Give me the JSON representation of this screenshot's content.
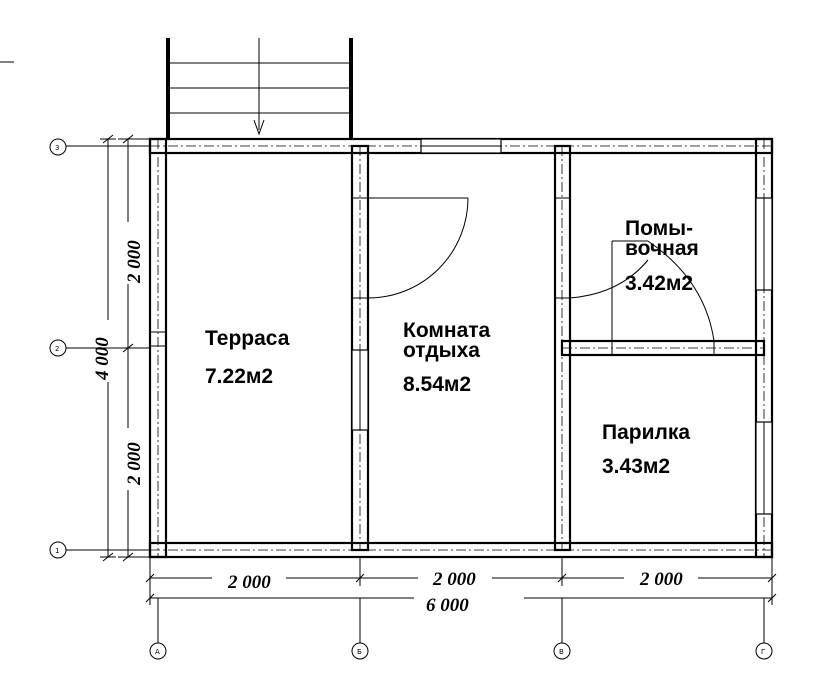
{
  "rooms": [
    {
      "name_lines": [
        "Терраса"
      ],
      "area": "7.22м2"
    },
    {
      "name_lines": [
        "Комната",
        "отдыха"
      ],
      "area": "8.54м2"
    },
    {
      "name_lines": [
        "Помы-",
        "вочная"
      ],
      "area": "3.42м2"
    },
    {
      "name_lines": [
        "Парилка"
      ],
      "area": "3.43м2"
    }
  ],
  "dimensions": {
    "bottom_segments": [
      "2 000",
      "2 000",
      "2 000"
    ],
    "bottom_total": "6 000",
    "left_segments": [
      "2 000",
      "2 000"
    ],
    "left_total": "4 000"
  }
}
